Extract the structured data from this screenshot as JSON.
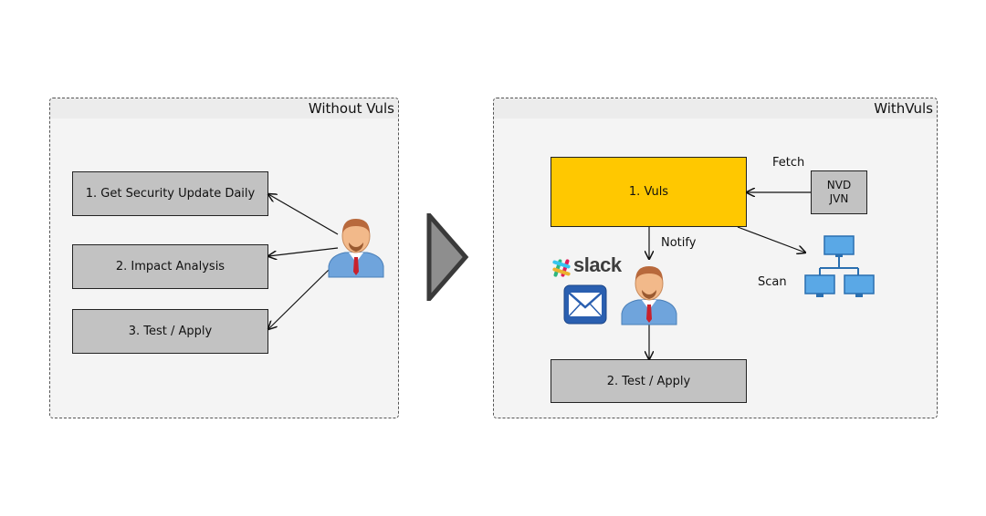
{
  "left_panel": {
    "title": "Without Vuls",
    "steps": [
      "1. Get Security Update Daily",
      "2. Impact Analysis",
      "3. Test / Apply"
    ]
  },
  "right_panel": {
    "title": "WithVuls",
    "vuls_box": "1. Vuls",
    "test_box": "2. Test / Apply",
    "db_box": {
      "line1": "NVD",
      "line2": "JVN"
    },
    "fetch_label": "Fetch",
    "notify_label": "Notify",
    "scan_label": "Scan",
    "slack_text": "slack"
  },
  "icons": {
    "person": "person-icon",
    "slack": "slack-icon",
    "mail": "mail-icon",
    "network": "network-servers-icon",
    "transition": "play-arrow-icon"
  },
  "colors": {
    "vuls_box": "#ffc800",
    "step_box": "#c2c2c2"
  }
}
